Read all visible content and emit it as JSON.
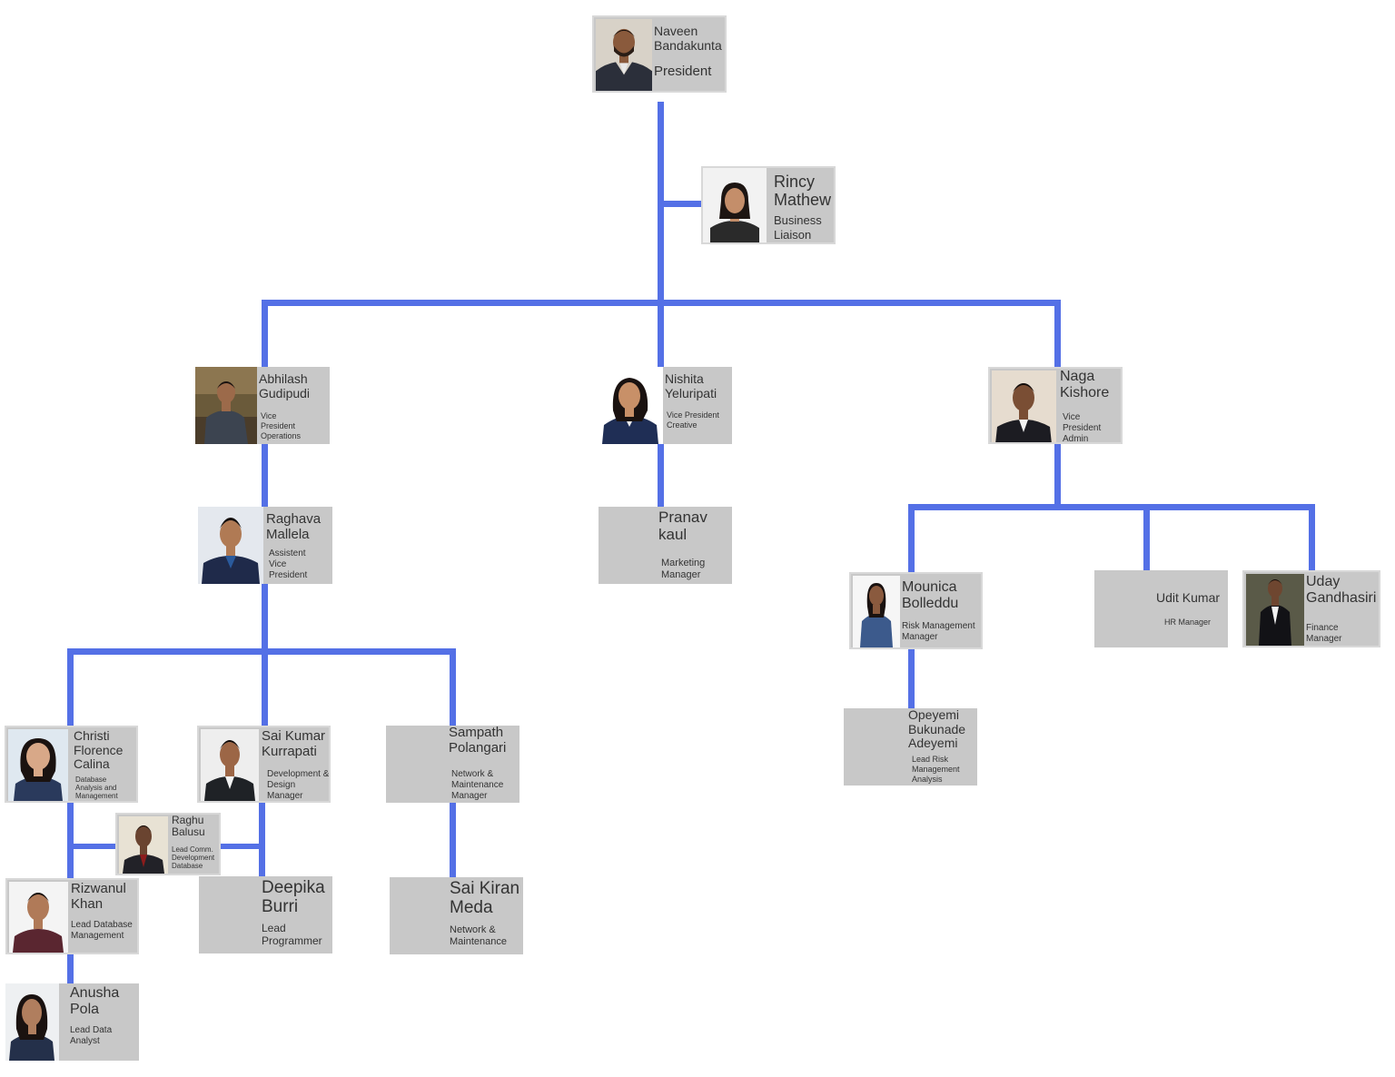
{
  "colors": {
    "connector": "#5470e6",
    "card": "#c8c8c8",
    "text": "#333333"
  },
  "people": {
    "naveen": {
      "name": "Naveen Bandakunta",
      "title": "President"
    },
    "rincy": {
      "name": "Rincy Mathew",
      "title": "Business Liaison"
    },
    "abhilash": {
      "name": "Abhilash Gudipudi",
      "title": "Vice President Operations"
    },
    "nishita": {
      "name": "Nishita Yeluripati",
      "title": "Vice President Creative"
    },
    "naga": {
      "name": "Naga Kishore",
      "title": "Vice President Admin"
    },
    "raghava": {
      "name": "Raghava Mallela",
      "title": "Assistent Vice President"
    },
    "pranav": {
      "name": "Pranav kaul",
      "title": "Marketing Manager"
    },
    "mounica": {
      "name": "Mounica Bolleddu",
      "title": "Risk Management Manager"
    },
    "udit": {
      "name": "Udit Kumar",
      "title": "HR Manager"
    },
    "uday": {
      "name": "Uday Gandhasiri",
      "title": "Finance Manager"
    },
    "opeyemi": {
      "name": "Opeyemi Bukunade Adeyemi",
      "title": "Lead Risk Management Analysis"
    },
    "christi": {
      "name": "Christi Florence Calina",
      "title": "Database Analysis and Management"
    },
    "saikumar": {
      "name": "Sai Kumar Kurrapati",
      "title": "Development & Design Manager"
    },
    "sampath": {
      "name": "Sampath Polangari",
      "title": "Network & Maintenance Manager"
    },
    "raghu": {
      "name": "Raghu Balusu",
      "title": "Lead Comm. Development Database"
    },
    "rizwanul": {
      "name": "Rizwanul Khan",
      "title": "Lead Database Management"
    },
    "deepika": {
      "name": "Deepika Burri",
      "title": "Lead Programmer"
    },
    "saikiran": {
      "name": "Sai Kiran Meda",
      "title": "Network & Maintenance"
    },
    "anusha": {
      "name": "Anusha Pola",
      "title": "Lead Data Analyst"
    }
  }
}
